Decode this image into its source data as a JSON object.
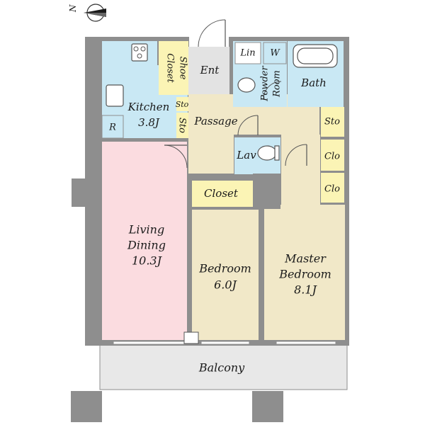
{
  "compass": {
    "north_label": "N"
  },
  "rooms": {
    "kitchen": {
      "name": "Kitchen",
      "size": "3.8J",
      "color": "#c9e8f4"
    },
    "living": {
      "name1": "Living",
      "name2": "Dining",
      "size": "10.3J",
      "color": "#fbdce0"
    },
    "bedroom": {
      "name": "Bedroom",
      "size": "6.0J",
      "color": "#f1e8c8"
    },
    "master": {
      "name1": "Master",
      "name2": "Bedroom",
      "size": "8.1J",
      "color": "#f1e8c8"
    },
    "entrance": {
      "name": "Ent",
      "color": "#e3e3e3"
    },
    "passage": {
      "name": "Passage",
      "color": "#f1e8c8"
    },
    "shoe_closet": {
      "name1": "Shoe",
      "name2": "Closet",
      "color": "#fbf4b5"
    },
    "sto_small": {
      "name": "Sto",
      "color": "#fbf4b5"
    },
    "sto_kitchen": {
      "name": "Sto",
      "color": "#fbf4b5"
    },
    "sto_right": {
      "name": "Sto",
      "color": "#fbf4b5"
    },
    "refrigerator": {
      "name": "R"
    },
    "linen": {
      "name": "Lin"
    },
    "washer": {
      "name": "W"
    },
    "powder_room": {
      "name1": "Powder",
      "name2": "Room"
    },
    "bath": {
      "name": "Bath",
      "color": "#c9e8f4"
    },
    "lavatory": {
      "name": "Lav",
      "color": "#c9e8f4"
    },
    "closet": {
      "name": "Closet",
      "color": "#fbf4b5"
    },
    "clo1": {
      "name": "Clo",
      "color": "#fbf4b5"
    },
    "clo2": {
      "name": "Clo",
      "color": "#fbf4b5"
    },
    "balcony": {
      "name": "Balcony",
      "color": "#e8e8e8"
    }
  },
  "colors": {
    "wall": "#8e8e8e",
    "line": "#555555"
  }
}
